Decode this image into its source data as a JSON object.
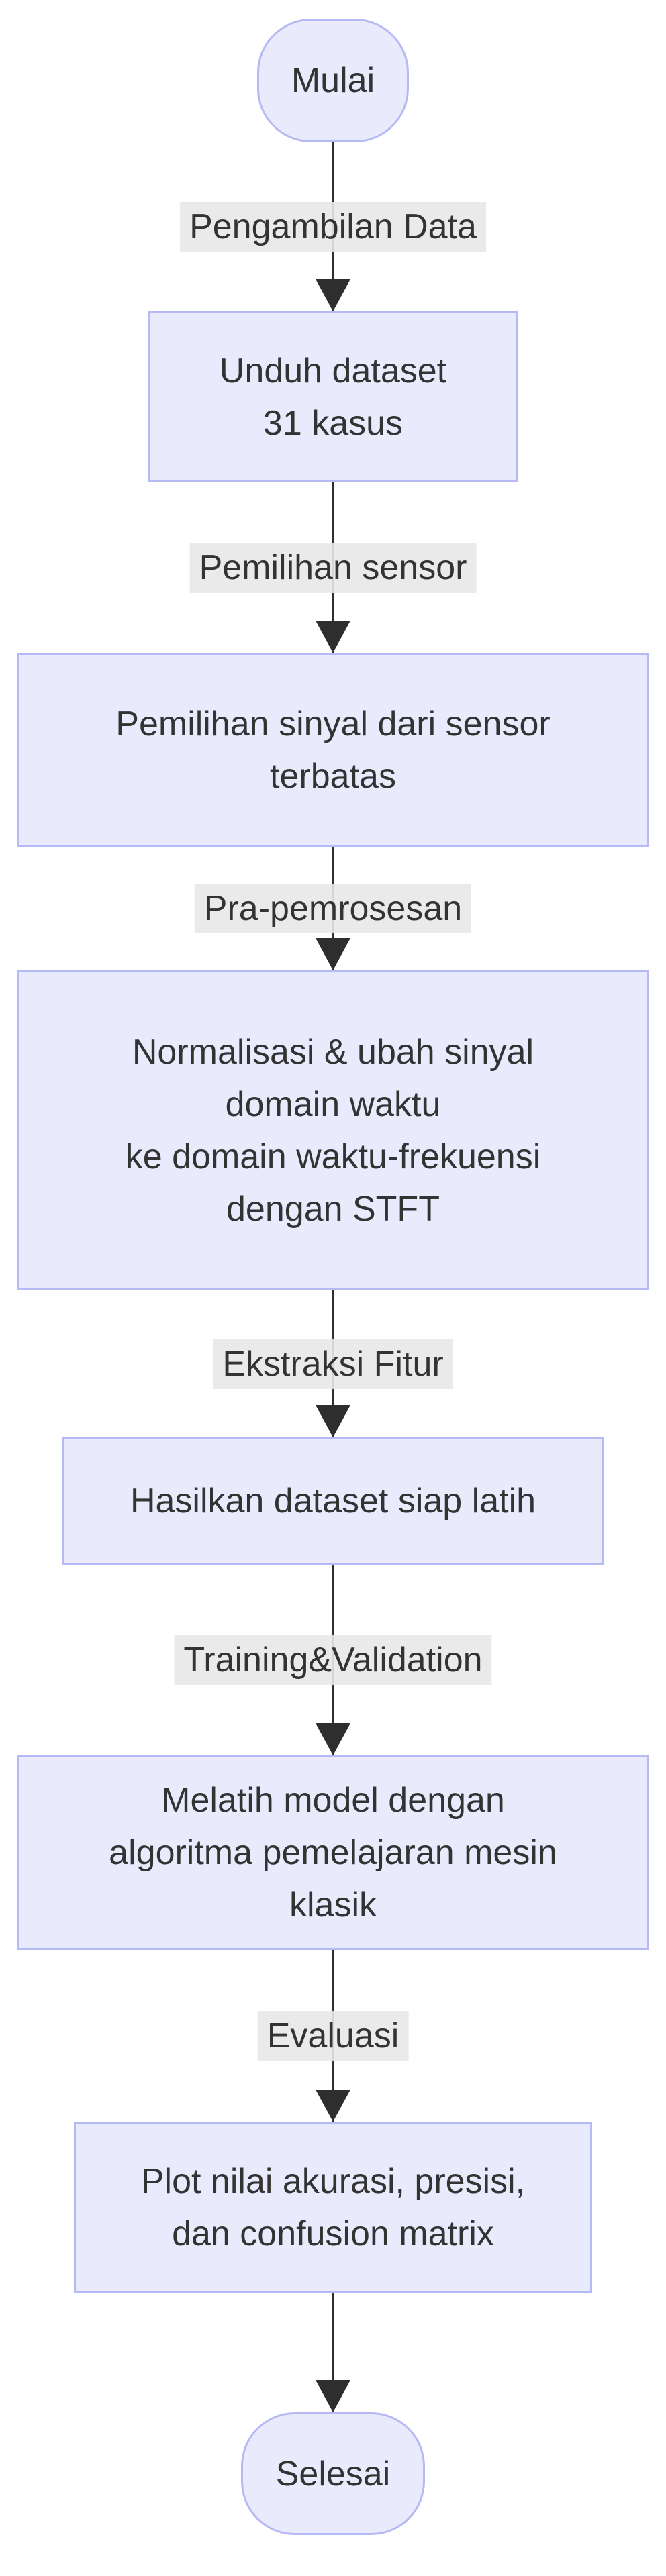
{
  "diagram": {
    "type": "flowchart-top-down",
    "colors": {
      "node_fill": "#e9eafc",
      "node_border": "#b6baf4",
      "edge_label_bg": "#e8e8e8",
      "line": "#2e2e2e",
      "text": "#333333",
      "background": "#ffffff"
    },
    "start": {
      "label": "Mulai"
    },
    "end": {
      "label": "Selesai"
    },
    "steps": [
      {
        "edge_label": "Pengambilan Data",
        "node_text": "Unduh dataset\n31 kasus"
      },
      {
        "edge_label": "Pemilihan sensor",
        "node_text": "Pemilihan sinyal dari sensor\nterbatas"
      },
      {
        "edge_label": "Pra-pemrosesan",
        "node_text": "Normalisasi & ubah sinyal\ndomain waktu\nke domain waktu-frekuensi\ndengan STFT"
      },
      {
        "edge_label": "Ekstraksi Fitur",
        "node_text": "Hasilkan dataset siap latih"
      },
      {
        "edge_label": "Training&Validation",
        "node_text": "Melatih model dengan\nalgoritma pemelajaran mesin\nklasik"
      },
      {
        "edge_label": "Evaluasi",
        "node_text": "Plot nilai akurasi, presisi,\ndan confusion matrix"
      }
    ]
  }
}
